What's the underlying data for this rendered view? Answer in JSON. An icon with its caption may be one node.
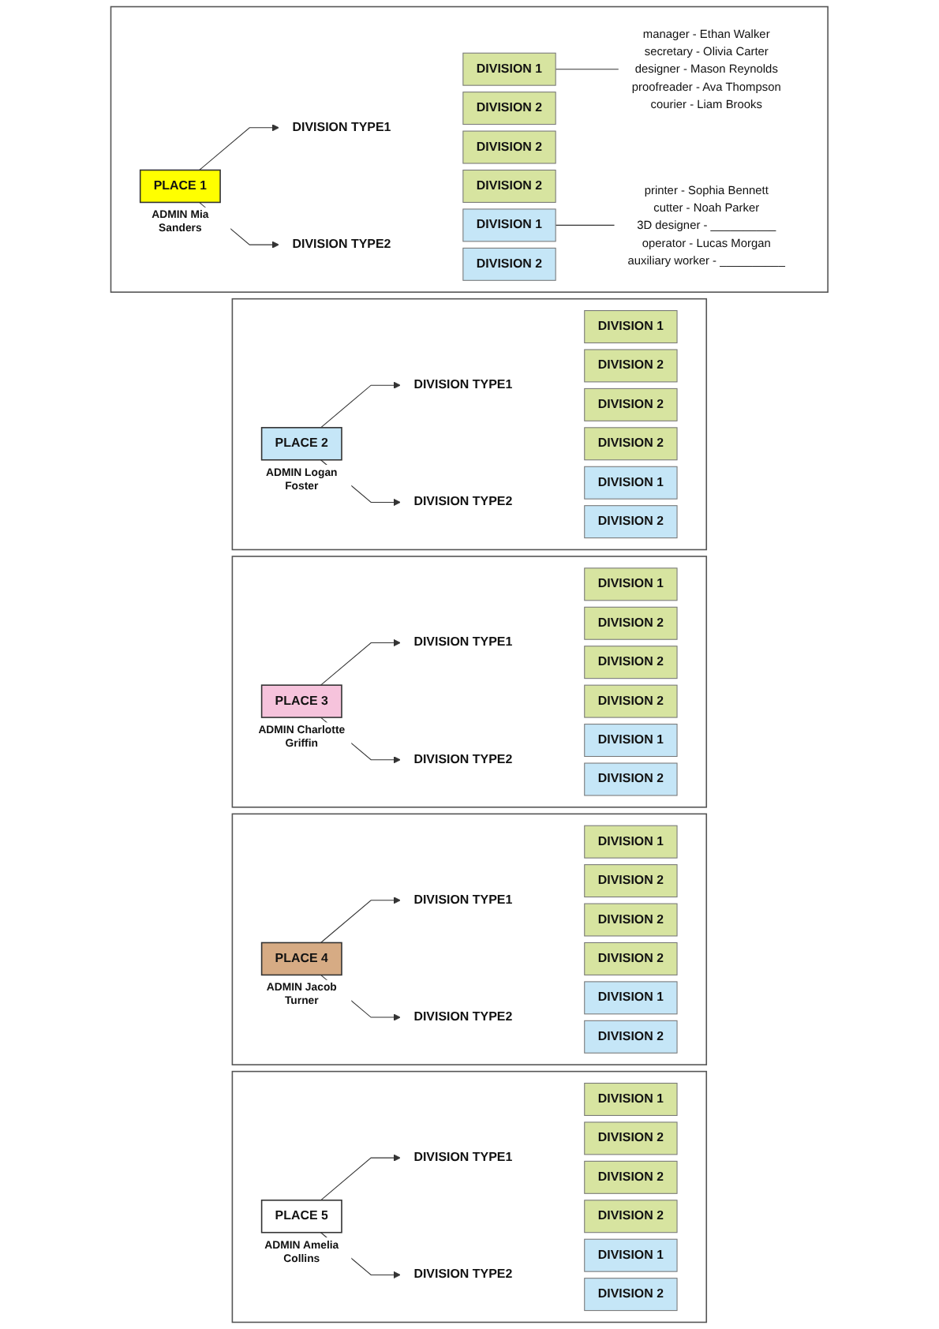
{
  "diagram": {
    "nodes": [
      {
        "text": [],
        "shape": "box"
      },
      {
        "text": [
          "PLACE 1"
        ],
        "in": 0,
        "beside": [
          "ADMIN Mia Sanders"
        ]
      },
      {
        "text": [
          "DIVISION TYPE1"
        ],
        "in": 0
      },
      {
        "text": [
          "DIVISION TYPE2"
        ],
        "in": 0
      },
      {
        "text": [
          "DIVISION 1"
        ],
        "in": 0
      },
      {
        "text": [
          "DIVISION 2"
        ],
        "in": 0
      },
      {
        "text": [
          "DIVISION 2"
        ],
        "in": 0
      },
      {
        "text": [
          "DIVISION 2"
        ],
        "in": 0
      },
      {
        "text": [
          "DIVISION 1"
        ],
        "in": 0
      },
      {
        "text": [
          "DIVISION 2"
        ],
        "in": 0
      },
      {
        "text": [
          "manager - Ethan Walker",
          "secretary - Olivia Carter",
          "designer - Mason Reynolds",
          "proofreader - Ava Thompson",
          "courier - Liam Brooks"
        ],
        "in": 0
      },
      {
        "text": [
          "printer - Sophia Bennett",
          "cutter - Noah Parker",
          "3D designer - __________",
          "operator - Lucas Morgan",
          "auxiliary worker - __________"
        ],
        "in": 0
      },
      {
        "text": [],
        "shape": "box"
      },
      {
        "text": [
          "PLACE 2"
        ],
        "in": 12,
        "beside": [
          "ADMIN Logan Foster"
        ]
      },
      {
        "text": [
          "DIVISION TYPE1"
        ],
        "in": 12
      },
      {
        "text": [
          "DIVISION TYPE2"
        ],
        "in": 12
      },
      {
        "text": [
          "DIVISION 1"
        ],
        "in": 12
      },
      {
        "text": [
          "DIVISION 2"
        ],
        "in": 12
      },
      {
        "text": [
          "DIVISION 2"
        ],
        "in": 12
      },
      {
        "text": [
          "DIVISION 2"
        ],
        "in": 12
      },
      {
        "text": [
          "DIVISION 1"
        ],
        "in": 12
      },
      {
        "text": [
          "DIVISION 2"
        ],
        "in": 12
      },
      {
        "text": [],
        "shape": "box"
      },
      {
        "text": [
          "PLACE 3"
        ],
        "in": 22,
        "beside": [
          "ADMIN Charlotte Griffin"
        ]
      },
      {
        "text": [
          "DIVISION TYPE1"
        ],
        "in": 22
      },
      {
        "text": [
          "DIVISION TYPE2"
        ],
        "in": 22
      },
      {
        "text": [
          "DIVISION 1"
        ],
        "in": 22
      },
      {
        "text": [
          "DIVISION 2"
        ],
        "in": 22
      },
      {
        "text": [
          "DIVISION 2"
        ],
        "in": 22
      },
      {
        "text": [
          "DIVISION 2"
        ],
        "in": 22
      },
      {
        "text": [
          "DIVISION 1"
        ],
        "in": 22
      },
      {
        "text": [
          "DIVISION 2"
        ],
        "in": 22
      },
      {
        "text": [],
        "shape": "box"
      },
      {
        "text": [
          "PLACE 4"
        ],
        "in": 32,
        "beside": [
          "ADMIN Jacob Turner"
        ]
      },
      {
        "text": [
          "DIVISION TYPE1"
        ],
        "in": 32
      },
      {
        "text": [
          "DIVISION TYPE2"
        ],
        "in": 32
      },
      {
        "text": [
          "DIVISION 1"
        ],
        "in": 32
      },
      {
        "text": [
          "DIVISION 2"
        ],
        "in": 32
      },
      {
        "text": [
          "DIVISION 2"
        ],
        "in": 32
      },
      {
        "text": [
          "DIVISION 2"
        ],
        "in": 32
      },
      {
        "text": [
          "DIVISION 1"
        ],
        "in": 32
      },
      {
        "text": [
          "DIVISION 2"
        ],
        "in": 32
      },
      {
        "text": [],
        "shape": "box"
      },
      {
        "text": [
          "PLACE 5"
        ],
        "in": 42,
        "beside": [
          "ADMIN Amelia Collins"
        ]
      },
      {
        "text": [
          "DIVISION TYPE1"
        ],
        "in": 42
      },
      {
        "text": [
          "DIVISION TYPE2"
        ],
        "in": 42
      },
      {
        "text": [
          "DIVISION 1"
        ],
        "in": 42
      },
      {
        "text": [
          "DIVISION 2"
        ],
        "in": 42
      },
      {
        "text": [
          "DIVISION 2"
        ],
        "in": 42
      },
      {
        "text": [
          "DIVISION 2"
        ],
        "in": 42
      },
      {
        "text": [
          "DIVISION 1"
        ],
        "in": 42
      },
      {
        "text": [
          "DIVISION 2"
        ],
        "in": 42
      }
    ],
    "edges": [
      {
        "from": 1,
        "to": 2,
        "arrow": "to"
      },
      {
        "from": 1,
        "to": 3,
        "arrow": "to"
      },
      {
        "from": 4,
        "to": 10,
        "arrow": "none"
      },
      {
        "from": 8,
        "to": 11,
        "arrow": "none"
      },
      {
        "from": 13,
        "to": 14,
        "arrow": "to"
      },
      {
        "from": 13,
        "to": 15,
        "arrow": "to"
      },
      {
        "from": 23,
        "to": 24,
        "arrow": "to"
      },
      {
        "from": 23,
        "to": 25,
        "arrow": "to"
      },
      {
        "from": 33,
        "to": 34,
        "arrow": "to"
      },
      {
        "from": 33,
        "to": 35,
        "arrow": "to"
      },
      {
        "from": 43,
        "to": 44,
        "arrow": "to"
      },
      {
        "from": 43,
        "to": 45,
        "arrow": "to"
      }
    ]
  }
}
